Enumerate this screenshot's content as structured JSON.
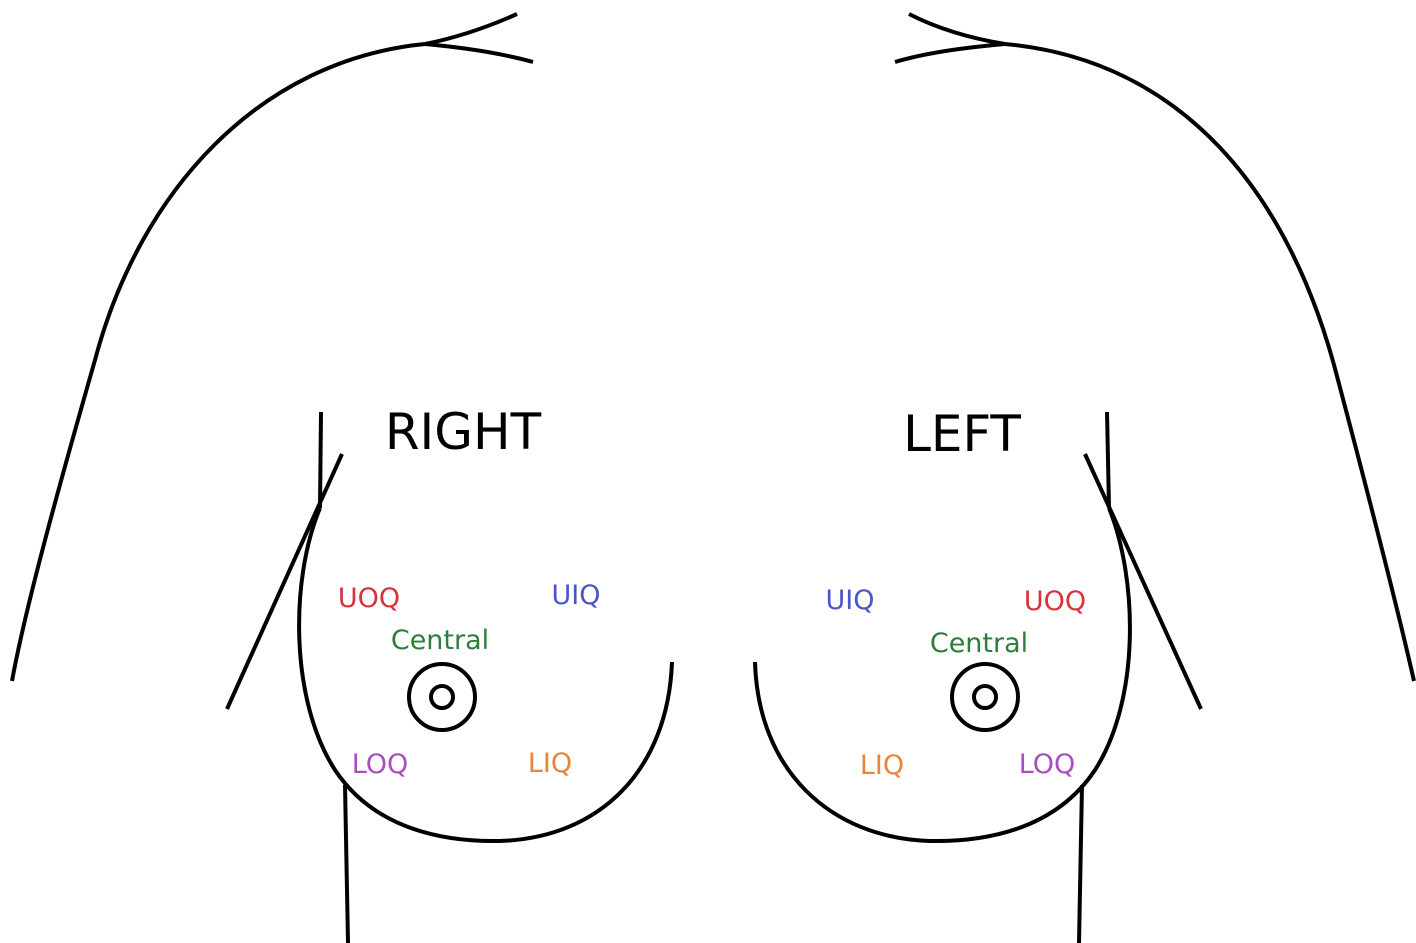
{
  "colors": {
    "outline": "#000000",
    "uoq": "#d9323c",
    "uiq": "#4a55c6",
    "central": "#2e7d3a",
    "loq": "#a84fbf",
    "liq": "#e8853a"
  },
  "right_breast": {
    "title": "RIGHT",
    "uoq": "UOQ",
    "uiq": "UIQ",
    "central": "Central",
    "loq": "LOQ",
    "liq": "LIQ"
  },
  "left_breast": {
    "title": "LEFT",
    "uiq": "UIQ",
    "uoq": "UOQ",
    "central": "Central",
    "liq": "LIQ",
    "loq": "LOQ"
  }
}
